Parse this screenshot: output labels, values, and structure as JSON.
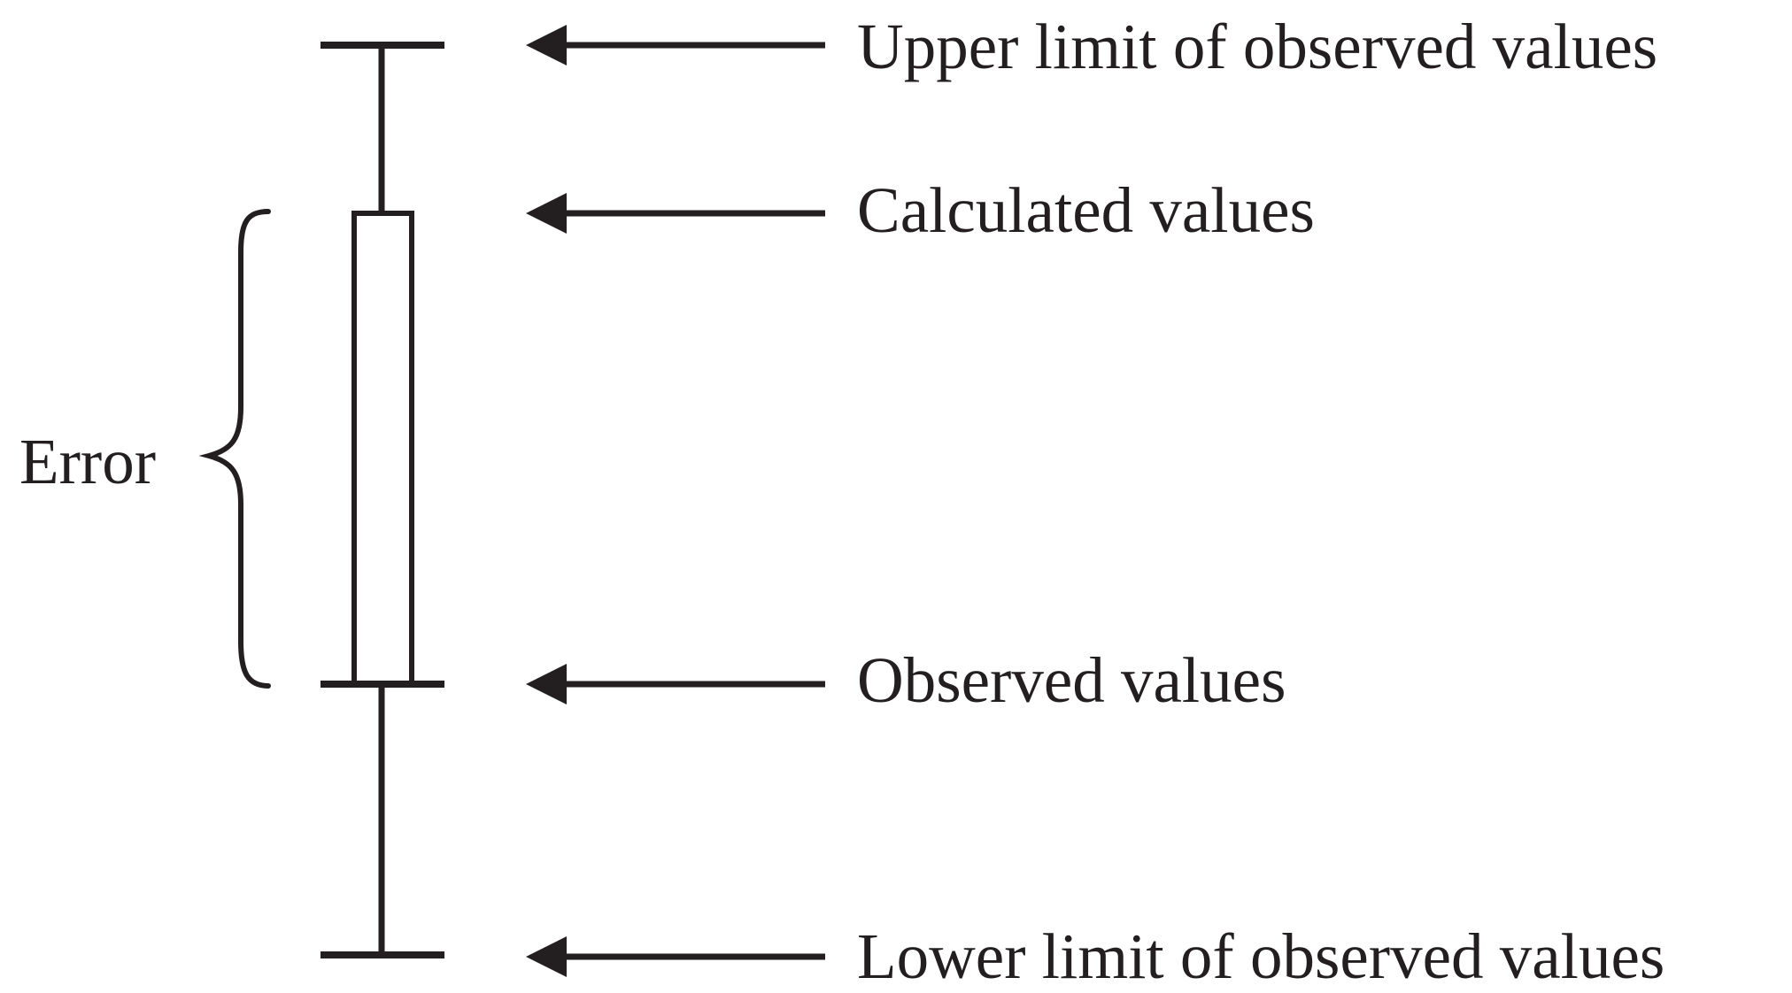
{
  "labels": {
    "upper_limit": "Upper limit of observed values",
    "calculated": "Calculated values",
    "observed": "Observed values",
    "lower_limit": "Lower limit of observed values",
    "error": "Error"
  },
  "colors": {
    "ink": "#231f20",
    "background": "#ffffff"
  }
}
